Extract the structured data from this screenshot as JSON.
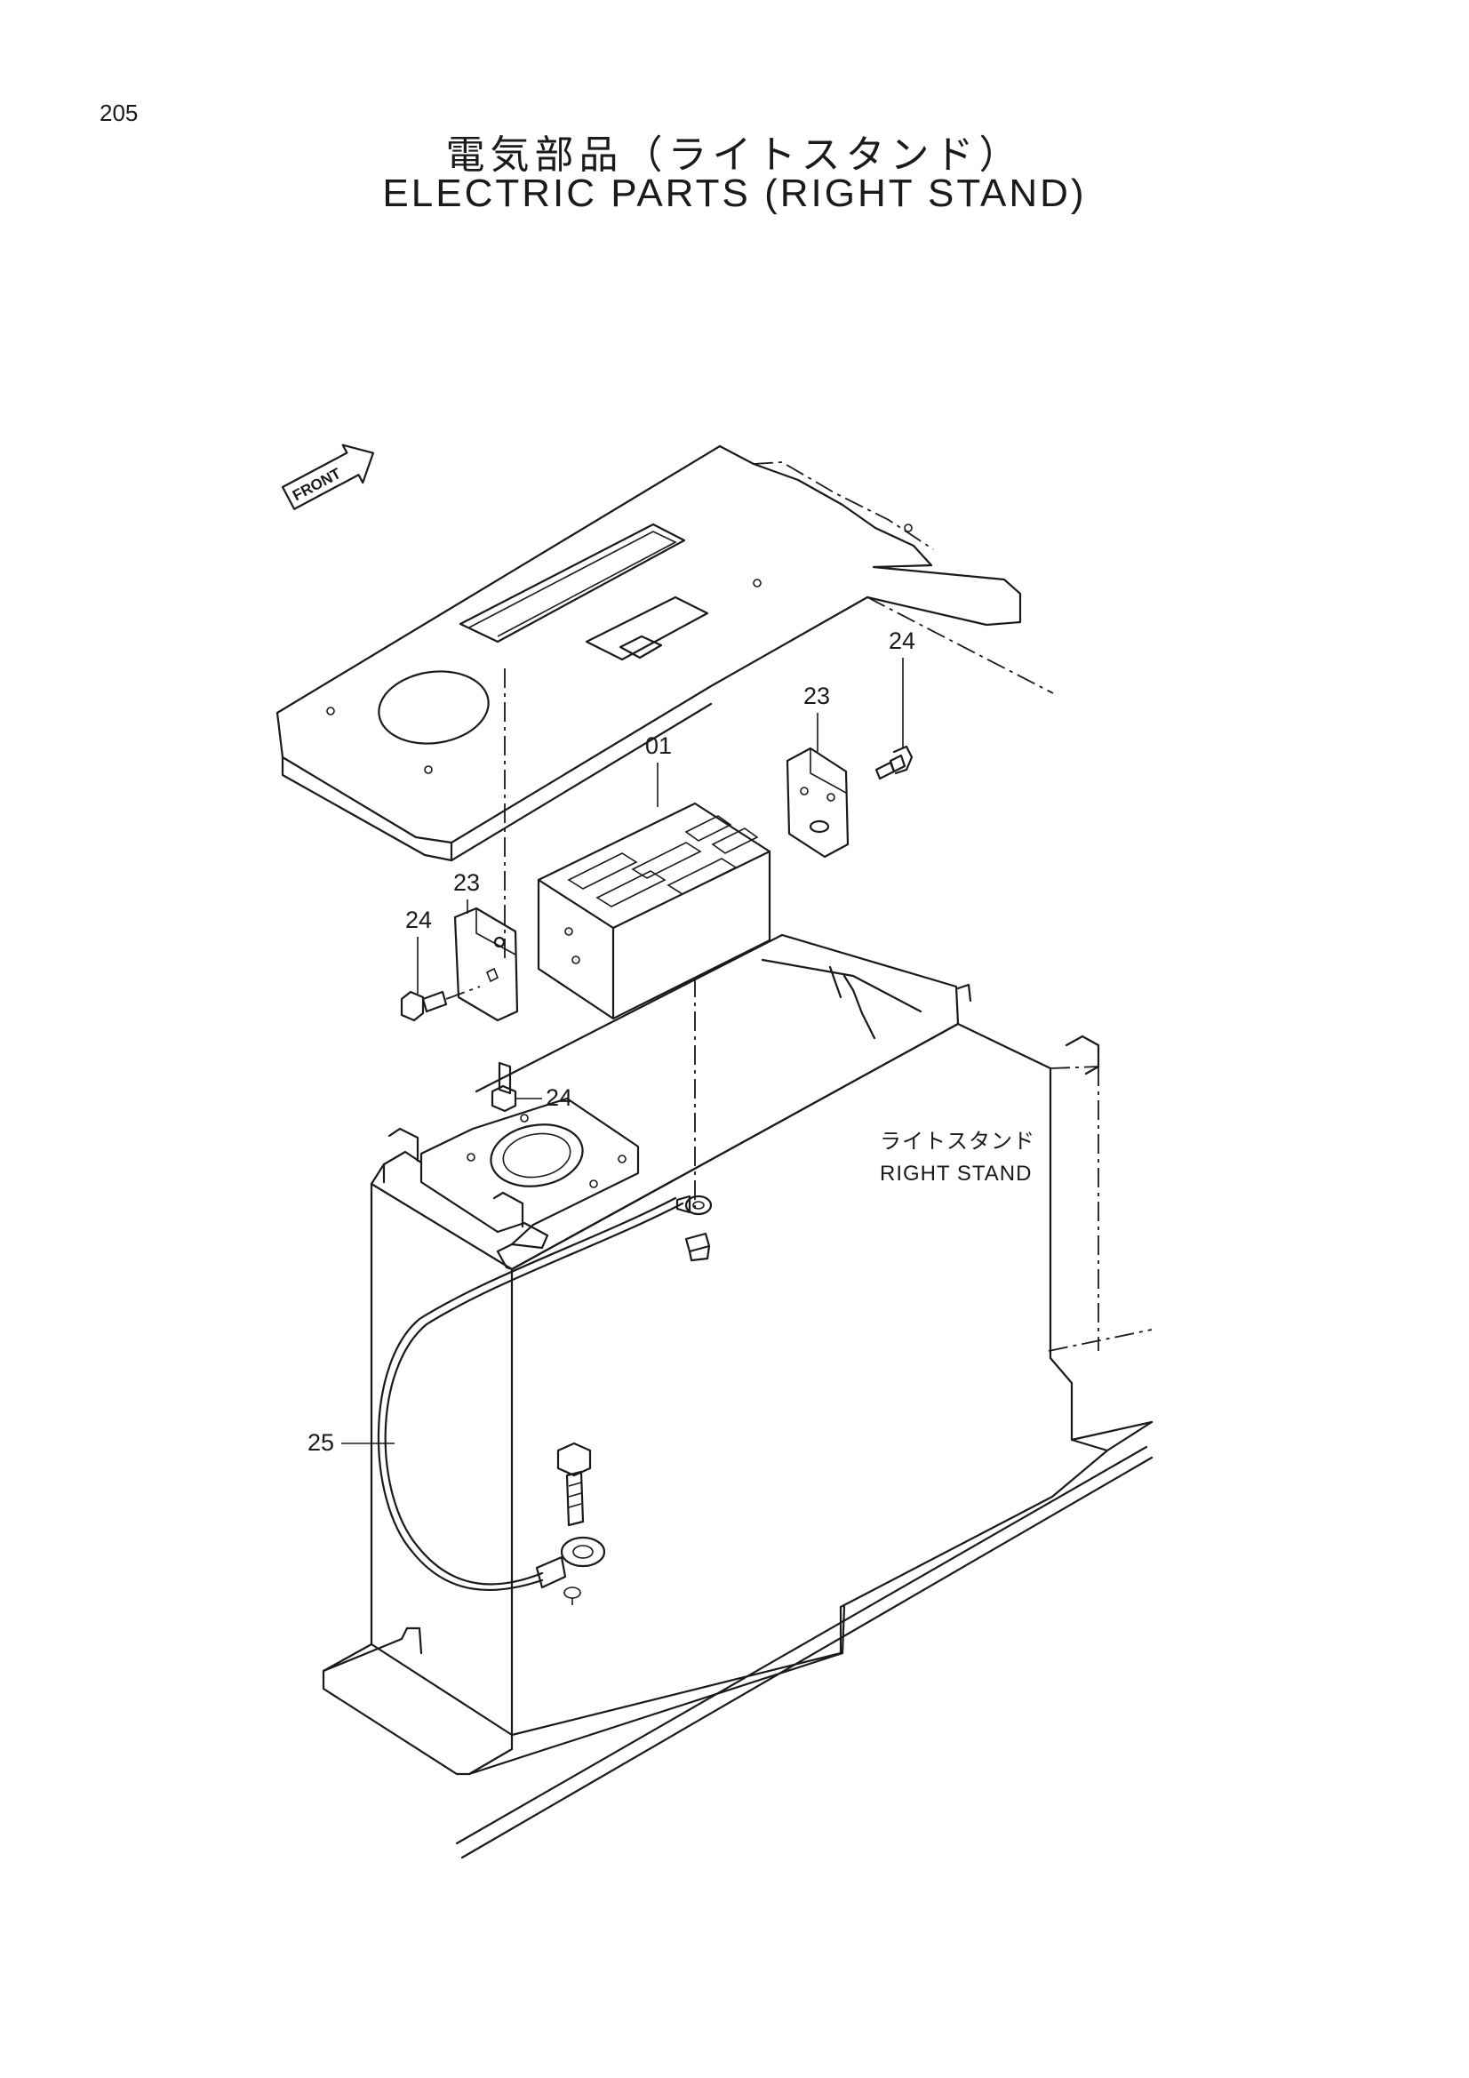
{
  "page_number": "205",
  "title_jp": "電気部品（ライトスタンド）",
  "title_en": "ELECTRIC PARTS (RIGHT STAND)",
  "front_label": "FRONT",
  "stand_label_jp": "ライトスタンド",
  "stand_label_en": "RIGHT STAND",
  "callouts": {
    "c01": "01",
    "c23_right": "23",
    "c24_right": "24",
    "c23_left": "23",
    "c24_left": "24",
    "c24_mid": "24",
    "c25": "25"
  }
}
